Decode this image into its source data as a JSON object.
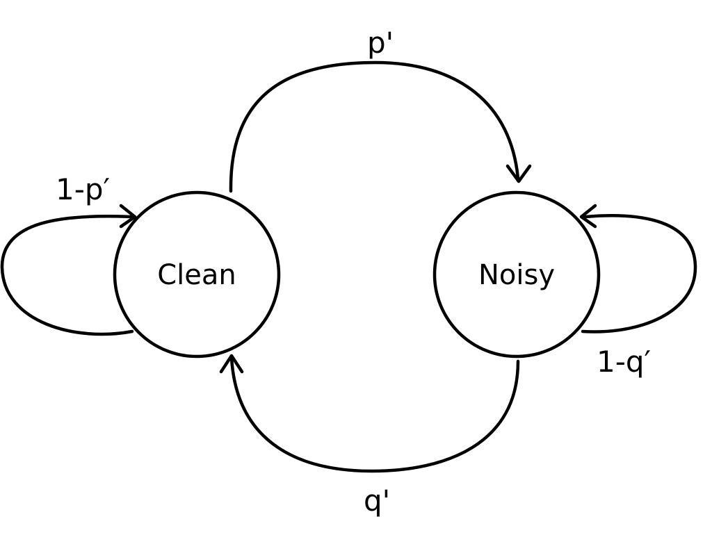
{
  "states": {
    "clean": "Clean",
    "noisy": "Noisy"
  },
  "transitions": {
    "clean_to_noisy": "p'",
    "clean_self": "1-p′",
    "noisy_to_clean": "q'",
    "noisy_self": "1-q′"
  }
}
